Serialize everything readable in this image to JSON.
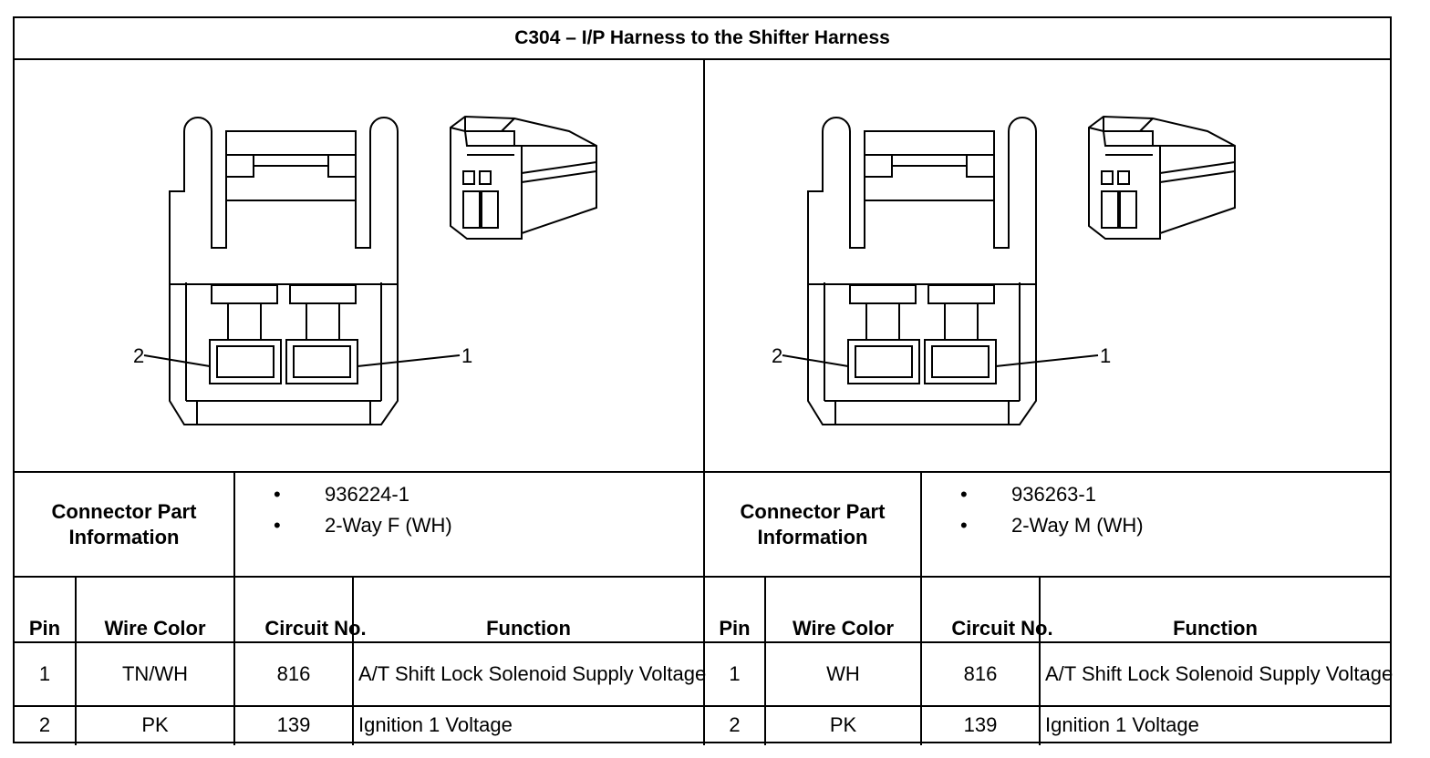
{
  "title": "C304 – I/P Harness to the Shifter Harness",
  "connectors": [
    {
      "callouts": [
        "2",
        "1"
      ],
      "part_info_label": "Connector Part Information",
      "part_info": [
        "936224-1",
        "2-Way F (WH)"
      ],
      "headers": {
        "pin": "Pin",
        "wire_color": "Wire Color",
        "circuit": "Circuit No.",
        "function": "Function"
      },
      "rows": [
        {
          "pin": "1",
          "wire_color": "TN/WH",
          "circuit": "816",
          "function": "A/T Shift Lock Solenoid Supply Voltage"
        },
        {
          "pin": "2",
          "wire_color": "PK",
          "circuit": "139",
          "function": "Ignition 1 Voltage"
        }
      ]
    },
    {
      "callouts": [
        "2",
        "1"
      ],
      "part_info_label": "Connector Part Information",
      "part_info": [
        "936263-1",
        "2-Way M (WH)"
      ],
      "headers": {
        "pin": "Pin",
        "wire_color": "Wire Color",
        "circuit": "Circuit No.",
        "function": "Function"
      },
      "rows": [
        {
          "pin": "1",
          "wire_color": "WH",
          "circuit": "816",
          "function": "A/T Shift Lock Solenoid Supply Voltage"
        },
        {
          "pin": "2",
          "wire_color": "PK",
          "circuit": "139",
          "function": "Ignition 1 Voltage"
        }
      ]
    }
  ],
  "bullet_symbol": "•"
}
